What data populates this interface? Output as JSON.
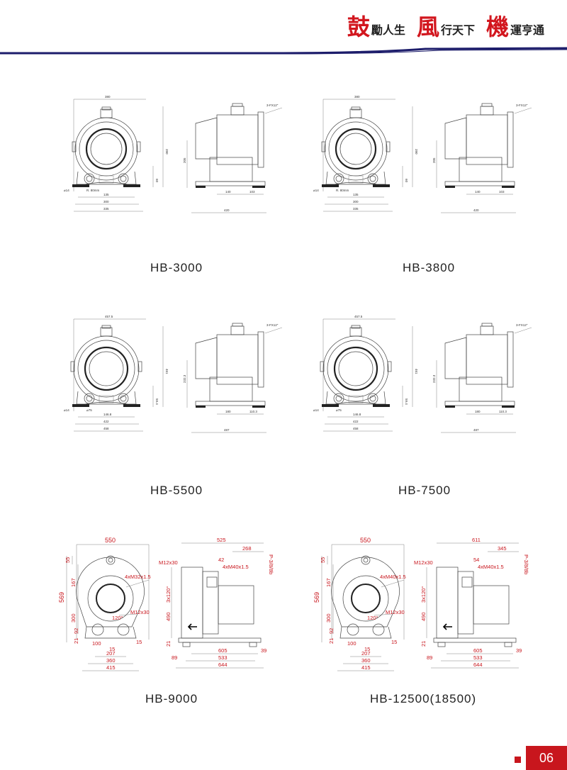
{
  "header": {
    "slogan": [
      {
        "big": "鼓",
        "small": "勵人生"
      },
      {
        "big": "風",
        "small": "行天下"
      },
      {
        "big": "機",
        "small": "運亨通"
      }
    ]
  },
  "models": [
    {
      "name": "HB-3000",
      "dims": {
        "width": "380",
        "height": "390",
        "h2": "205",
        "foot": "60",
        "bolt": "⌀14",
        "d1": "135",
        "d2": "300",
        "d3": "335",
        "side1": "140",
        "side2": "103",
        "side_len": "420",
        "note": "3-FX12\"",
        "small": "R. 80mm"
      }
    },
    {
      "name": "HB-3800",
      "dims": {
        "width": "380",
        "height": "390",
        "h2": "205",
        "foot": "60",
        "bolt": "⌀14",
        "d1": "135",
        "d2": "300",
        "d3": "335",
        "side1": "140",
        "side2": "103",
        "side_len": "420",
        "note": "3-FX12\"",
        "small": "R. 80mm"
      }
    },
    {
      "name": "HB-5500",
      "dims": {
        "width": "457.5",
        "height": "461",
        "h2": "232.3",
        "foot": "59.4",
        "bolt": "⌀14",
        "d1": "146.8",
        "d2": "422",
        "d3": "458",
        "side1": "180",
        "side2": "110.3",
        "side_len": "487",
        "note": "3-FX12\"",
        "small": "⌀75"
      }
    },
    {
      "name": "HB-7500",
      "dims": {
        "width": "457.5",
        "height": "461",
        "h2": "232.3",
        "foot": "59.4",
        "bolt": "⌀14",
        "d1": "146.8",
        "d2": "422",
        "d3": "458",
        "side1": "180",
        "side2": "110.3",
        "side_len": "487",
        "note": "3-FX12\"",
        "small": "⌀75"
      }
    },
    {
      "name": "HB-9000",
      "dims": {
        "width": "550",
        "top": "55",
        "r1": "167",
        "overall": "569",
        "r2": "300",
        "base": "92",
        "foot": "21",
        "flange1": "4xM32x1.5",
        "tap": "M12x30",
        "w1": "100",
        "w2": "15",
        "w3": "207",
        "w4": "360",
        "w5": "415",
        "w6": "15",
        "angle": "120°",
        "s_total": "525",
        "s_a": "268",
        "s_b": "42",
        "s_flange": "4xM40x1.5",
        "s_tap": "M12x30",
        "s_h": "490",
        "s_pitch": "3x120°",
        "s_c": "605",
        "s_d": "39",
        "s_e": "89",
        "s_f": "533",
        "s_g": "644",
        "s_foot": "21",
        "s_pipe": "P-3/8/8b"
      }
    },
    {
      "name": "HB-12500(18500)",
      "dims": {
        "width": "550",
        "top": "55",
        "r1": "167",
        "overall": "569",
        "r2": "300",
        "base": "92",
        "foot": "21",
        "flange1": "4xM40x1.5",
        "tap": "M12x30",
        "w1": "100",
        "w2": "15",
        "w3": "207",
        "w4": "360",
        "w5": "415",
        "w6": "15",
        "angle": "120°",
        "s_total": "611",
        "s_a": "345",
        "s_b": "54",
        "s_flange": "4xM40x1.5",
        "s_tap": "M12x30",
        "s_h": "490",
        "s_pitch": "3x120°",
        "s_c": "605",
        "s_d": "39",
        "s_e": "89",
        "s_f": "533",
        "s_g": "644",
        "s_foot": "21",
        "s_pipe": "P-3/8/8b"
      }
    }
  ],
  "footer": {
    "page": "06"
  }
}
